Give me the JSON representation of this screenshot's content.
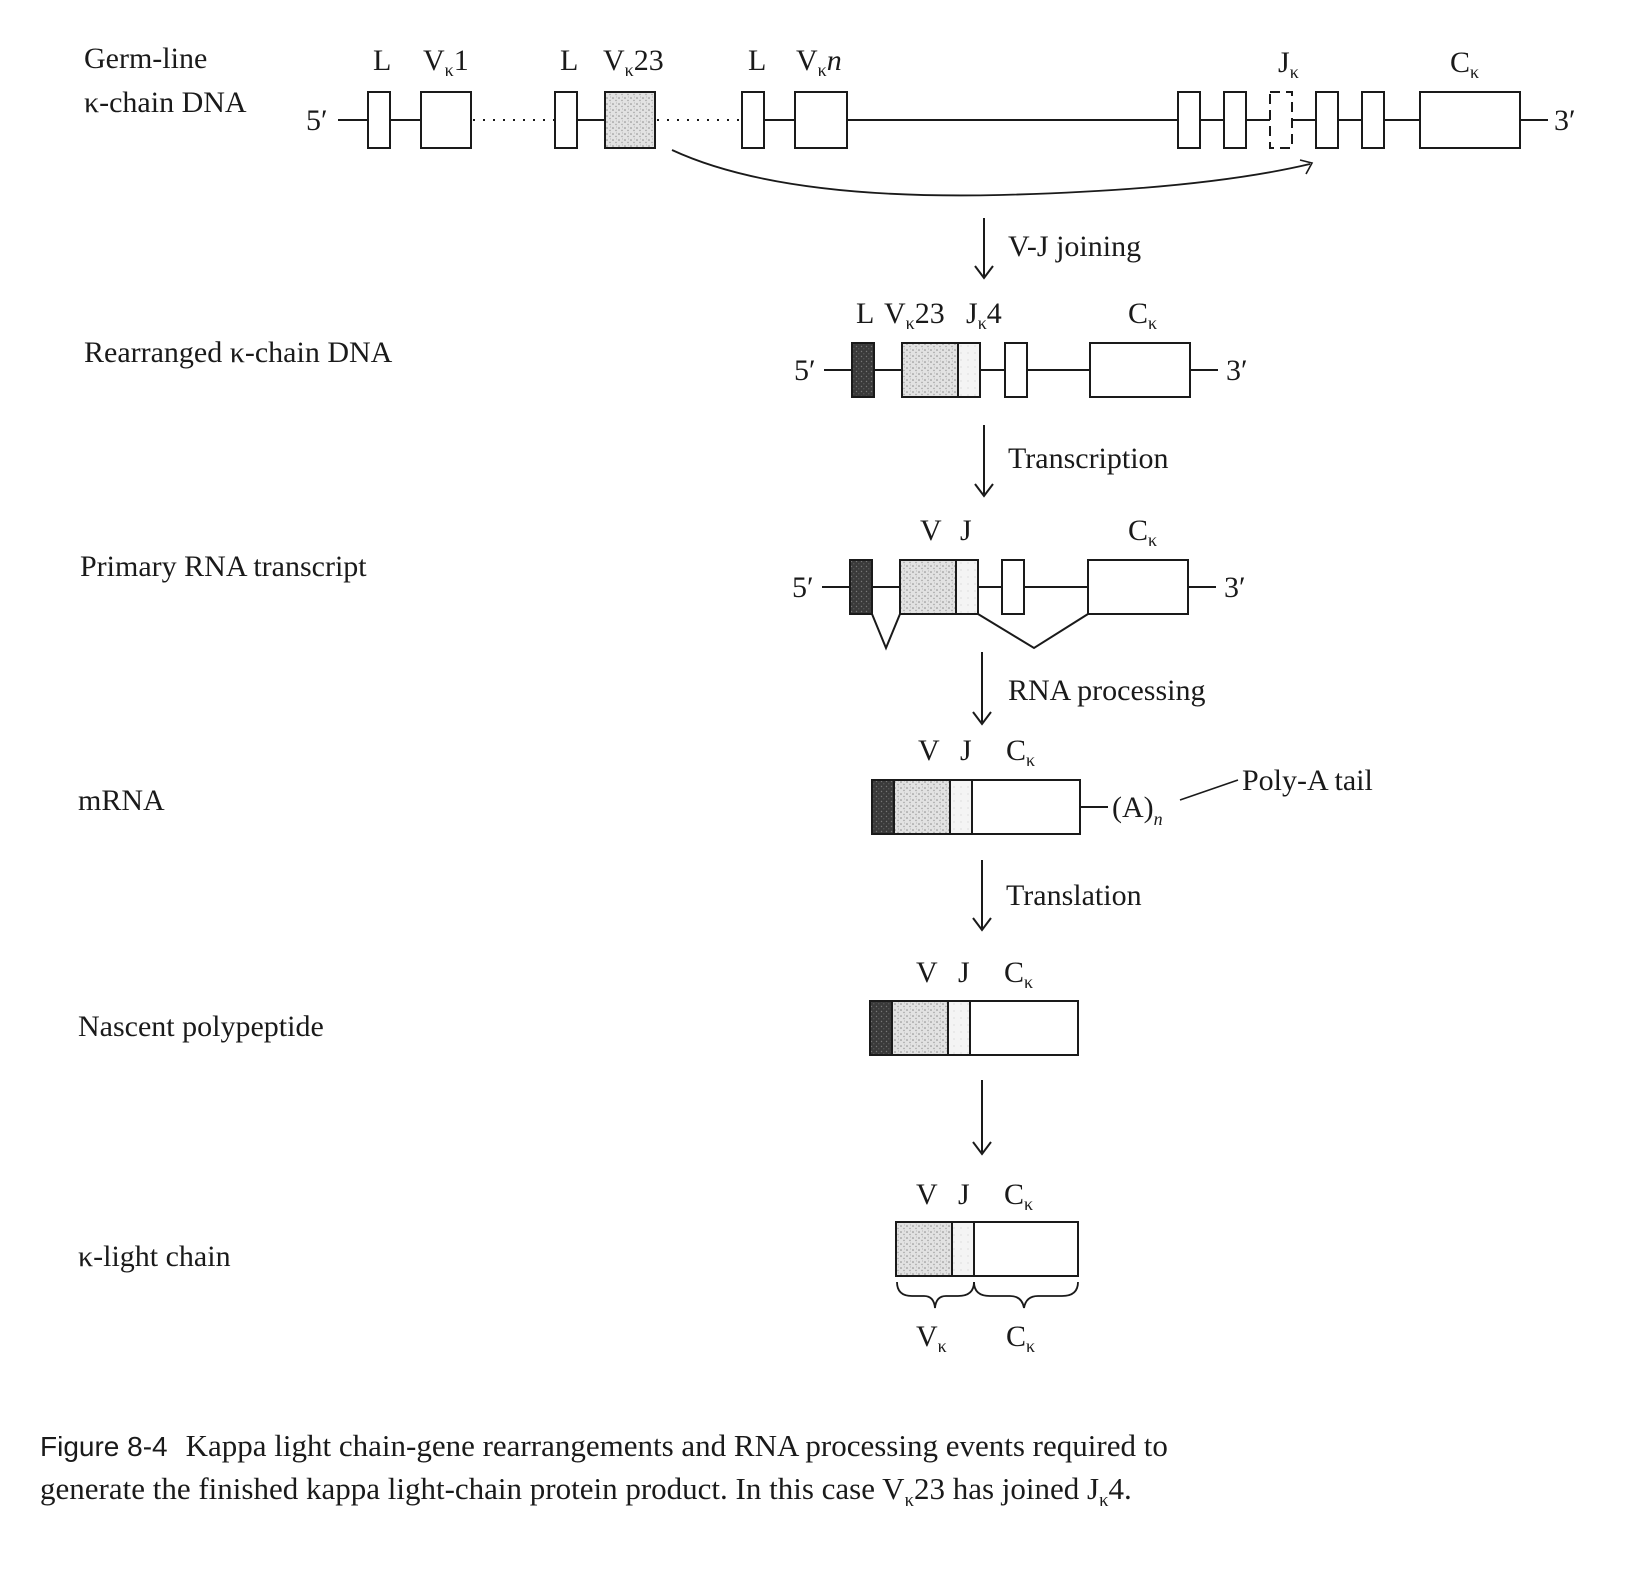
{
  "figure": {
    "number": "Figure 8-4",
    "caption_line1": "Kappa light chain-gene rearrangements and RNA processing events required to",
    "caption_line2_pre": "generate the finished kappa light-chain protein product. In this case V",
    "caption_line2_sub1": "κ",
    "caption_line2_mid": "23 has joined J",
    "caption_line2_sub2": "κ",
    "caption_line2_post": "4."
  },
  "rows": {
    "germline": {
      "label1": "Germ-line",
      "label2": "κ-chain DNA"
    },
    "rearranged": {
      "label": "Rearranged κ-chain DNA"
    },
    "primary": {
      "label": "Primary RNA transcript"
    },
    "mrna": {
      "label": "mRNA"
    },
    "nascent": {
      "label": "Nascent polypeptide"
    },
    "light": {
      "label": "κ-light chain"
    }
  },
  "ends": {
    "five": "5′",
    "three": "3′"
  },
  "genes": {
    "L": "L",
    "V": "V",
    "J": "J",
    "C": "C",
    "kappa": "κ",
    "v1_num": "1",
    "v23_num": "23",
    "vn_num": "n",
    "j4_num": "4",
    "polyA": "(A)",
    "polyA_sub": "n",
    "polyA_label": "Poly-A tail"
  },
  "steps": {
    "vj": "V-J joining",
    "transcription": "Transcription",
    "processing": "RNA processing",
    "translation": "Translation"
  },
  "colors": {
    "ink": "#1a1a1a",
    "stipple": "#cfcfcf",
    "leader_dark": "#333333"
  }
}
